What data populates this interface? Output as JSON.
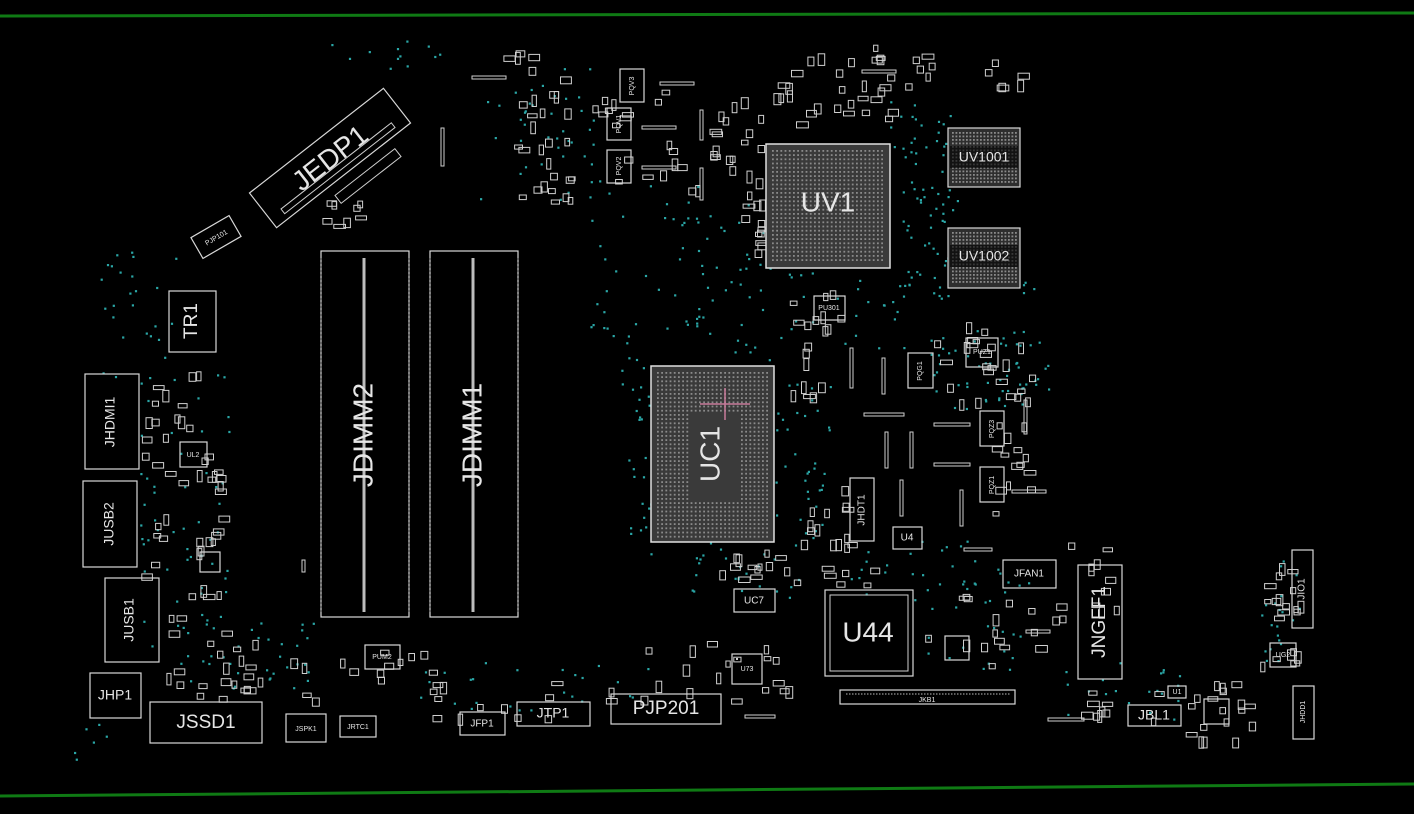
{
  "colors": {
    "background": "#000000",
    "board_edge": "#0f7a14",
    "outline": "#d8d8d8",
    "via": "#2aa6a6",
    "marker": "#c77b9a"
  },
  "components": {
    "jedp1": "JEDP1",
    "pjp101": "PJP101",
    "tr1": "TR1",
    "jdimm2": "JDIMM2",
    "jdimm1": "JDIMM1",
    "uv1": "UV1",
    "uv1001": "UV1001",
    "uv1002": "UV1002",
    "uc1": "UC1",
    "jhdmi1": "JHDMI1",
    "jusb2": "JUSB2",
    "jusb1": "JUSB1",
    "jhp1": "JHP1",
    "jssd1": "JSSD1",
    "jspk1": "JSPK1",
    "jrtc1": "JRTC1",
    "jfp1": "JFP1",
    "jtp1": "JTP1",
    "pjp201": "PJP201",
    "u44": "U44",
    "jkb1": "JKB1",
    "jfan1": "JFAN1",
    "jngff1": "JNGFF1",
    "jbl1": "JBL1",
    "jio1": "JIO1",
    "jhdd1": "JHDD1",
    "jhdt1": "JHDT1",
    "u4": "U4",
    "uc7": "UC7",
    "u73": "U73",
    "pqv1": "PQV1",
    "pqv2": "PQV2",
    "pqv3": "PQV3",
    "pu301": "PU301",
    "pqg1": "PQG1",
    "puz1": "PUZ1",
    "pqz3": "PQZ3",
    "pqz1": "PQZ1",
    "pum2": "PUM2",
    "ul2": "UL2",
    "ug2": "UG2",
    "u1": "U1"
  }
}
